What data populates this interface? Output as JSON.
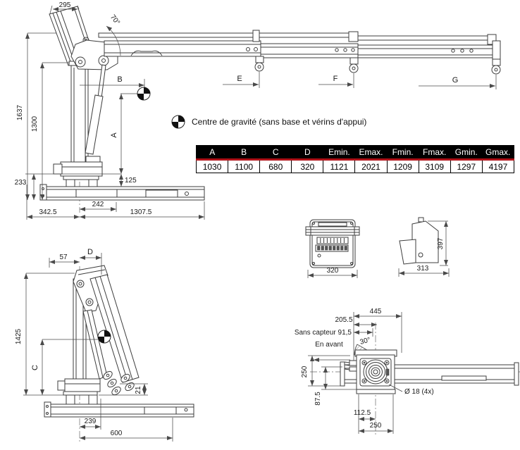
{
  "legend": {
    "icon": "center-of-gravity-icon",
    "text": "Centre de gravité (sans base et vérins d'appui)"
  },
  "table": {
    "headers": [
      "A",
      "B",
      "C",
      "D",
      "Emin.",
      "Emax.",
      "Fmin.",
      "Fmax.",
      "Gmin.",
      "Gmax."
    ],
    "values": [
      "1030",
      "1100",
      "680",
      "320",
      "1121",
      "2021",
      "1209",
      "3109",
      "1297",
      "4197"
    ],
    "header_bg": "#000000",
    "header_text_color": "#ffffff",
    "accent_red": "#b01218"
  },
  "views": {
    "unfolded": {
      "dims": {
        "d295": "295",
        "a70": "70°",
        "d1637": "1637",
        "d1300": "1300",
        "d233": "233",
        "dA": "A",
        "dB": "B",
        "d125": "125",
        "d242": "242",
        "d342_5": "342.5",
        "d1307_5": "1307.5",
        "dE": "E",
        "dF": "F",
        "dG": "G"
      }
    },
    "folded": {
      "dims": {
        "d57": "57",
        "dD": "D",
        "d1425": "1425",
        "dC": "C",
        "d21": "21",
        "d239": "239",
        "d600": "600"
      }
    },
    "front": {
      "dims": {
        "d320": "320"
      }
    },
    "cover": {
      "dims": {
        "d313": "313",
        "d397": "397"
      }
    },
    "top": {
      "dims": {
        "d445": "445",
        "d205_5": "205.5",
        "sans_capteur": "Sans capteur 91,5",
        "en_avant": "En avant",
        "a30": "30°",
        "d250_side": "250",
        "d87_5": "87.5",
        "dia18": "Ø 18 (4x)",
        "d112_5": "112.5",
        "d250_bottom": "250"
      }
    }
  }
}
